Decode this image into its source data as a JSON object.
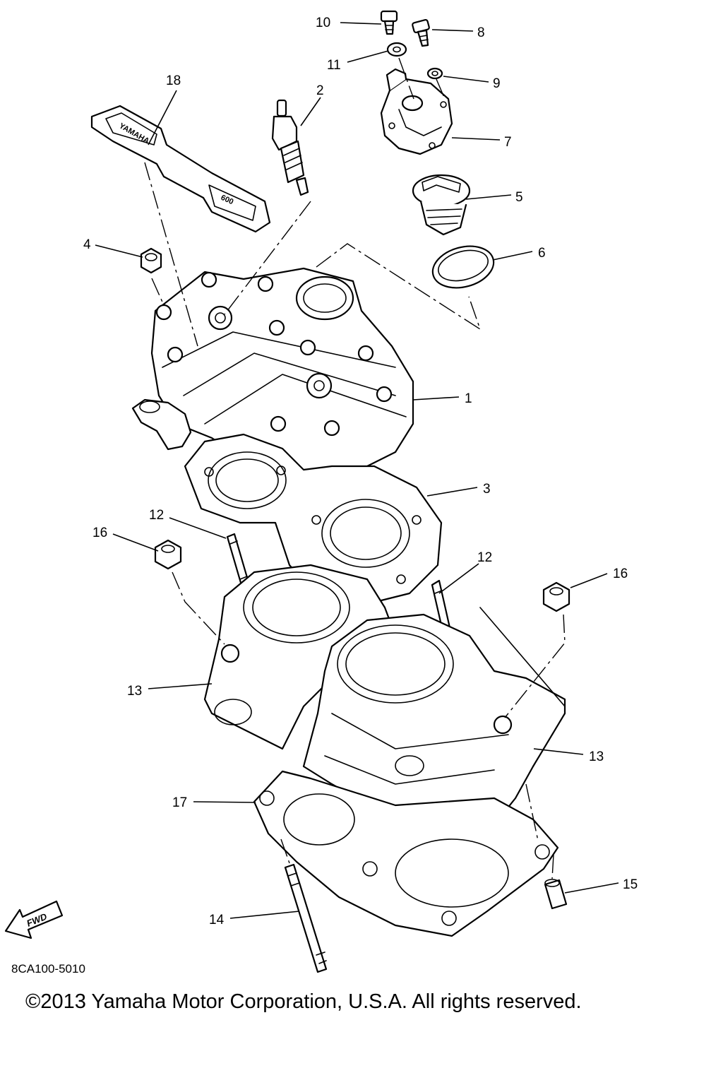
{
  "callouts": {
    "c1": "1",
    "c2": "2",
    "c3": "3",
    "c4": "4",
    "c5": "5",
    "c6": "6",
    "c7": "7",
    "c8": "8",
    "c9": "9",
    "c10": "10",
    "c11": "11",
    "c12a": "12",
    "c12b": "12",
    "c13a": "13",
    "c13b": "13",
    "c14": "14",
    "c15": "15",
    "c16a": "16",
    "c16b": "16",
    "c17": "17",
    "c18": "18"
  },
  "part_code": "8CA100-5010",
  "fwd_label": "FWD",
  "emblem": {
    "brand": "YAMAHA",
    "model": "600"
  },
  "copyright": "©2013 Yamaha Motor Corporation, U.S.A. All rights reserved."
}
